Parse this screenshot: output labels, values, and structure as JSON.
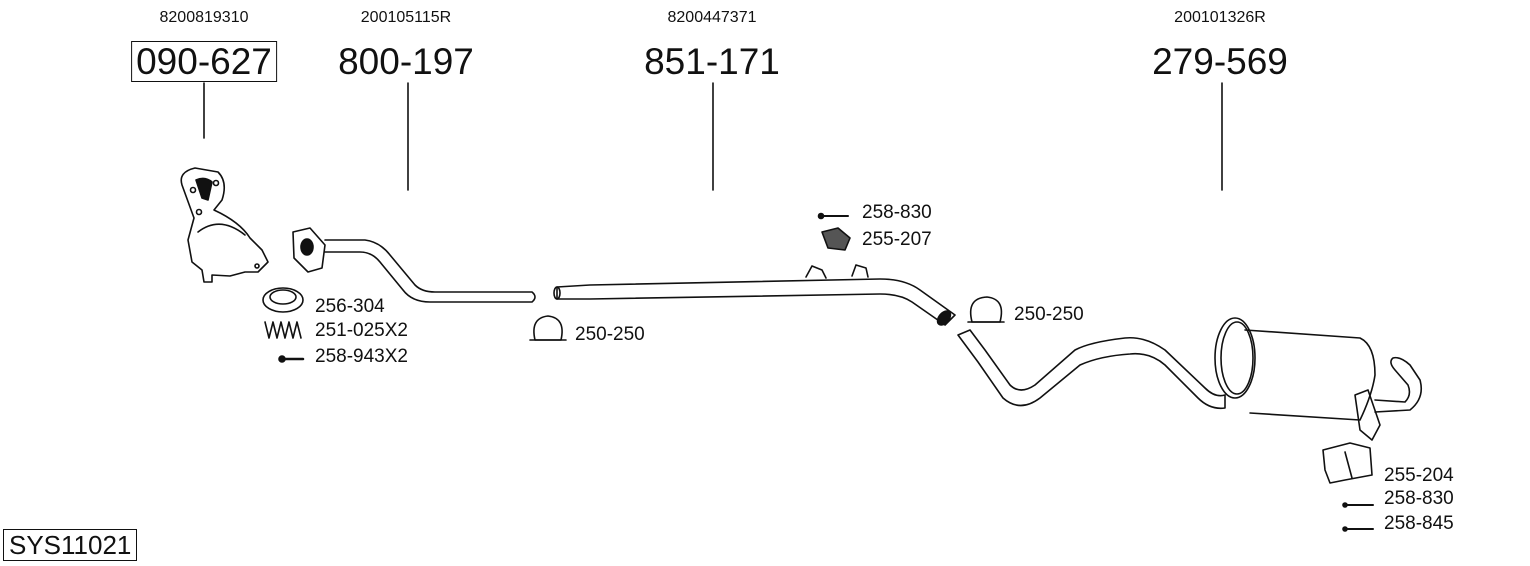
{
  "system_id": "SYS11021",
  "parts": [
    {
      "oe_number": "8200819310",
      "part_number": "090-627",
      "highlighted": true
    },
    {
      "oe_number": "200105115R",
      "part_number": "800-197"
    },
    {
      "oe_number": "8200447371",
      "part_number": "851-171"
    },
    {
      "oe_number": "200101326R",
      "part_number": "279-569"
    }
  ],
  "accessories": [
    {
      "part_number": "256-304",
      "icon": "gasket-ring-icon"
    },
    {
      "part_number": "251-025X2",
      "icon": "spring-icon"
    },
    {
      "part_number": "258-943X2",
      "icon": "bolt-icon"
    },
    {
      "part_number": "250-250",
      "icon": "clamp-icon"
    },
    {
      "part_number": "258-830",
      "icon": "bolt-icon"
    },
    {
      "part_number": "255-207",
      "icon": "rubber-mount-icon"
    },
    {
      "part_number": "250-250",
      "icon": "clamp-icon"
    },
    {
      "part_number": "255-204",
      "icon": "bracket-icon"
    },
    {
      "part_number": "258-830",
      "icon": "bolt-icon"
    },
    {
      "part_number": "258-845",
      "icon": "bolt-icon"
    }
  ]
}
